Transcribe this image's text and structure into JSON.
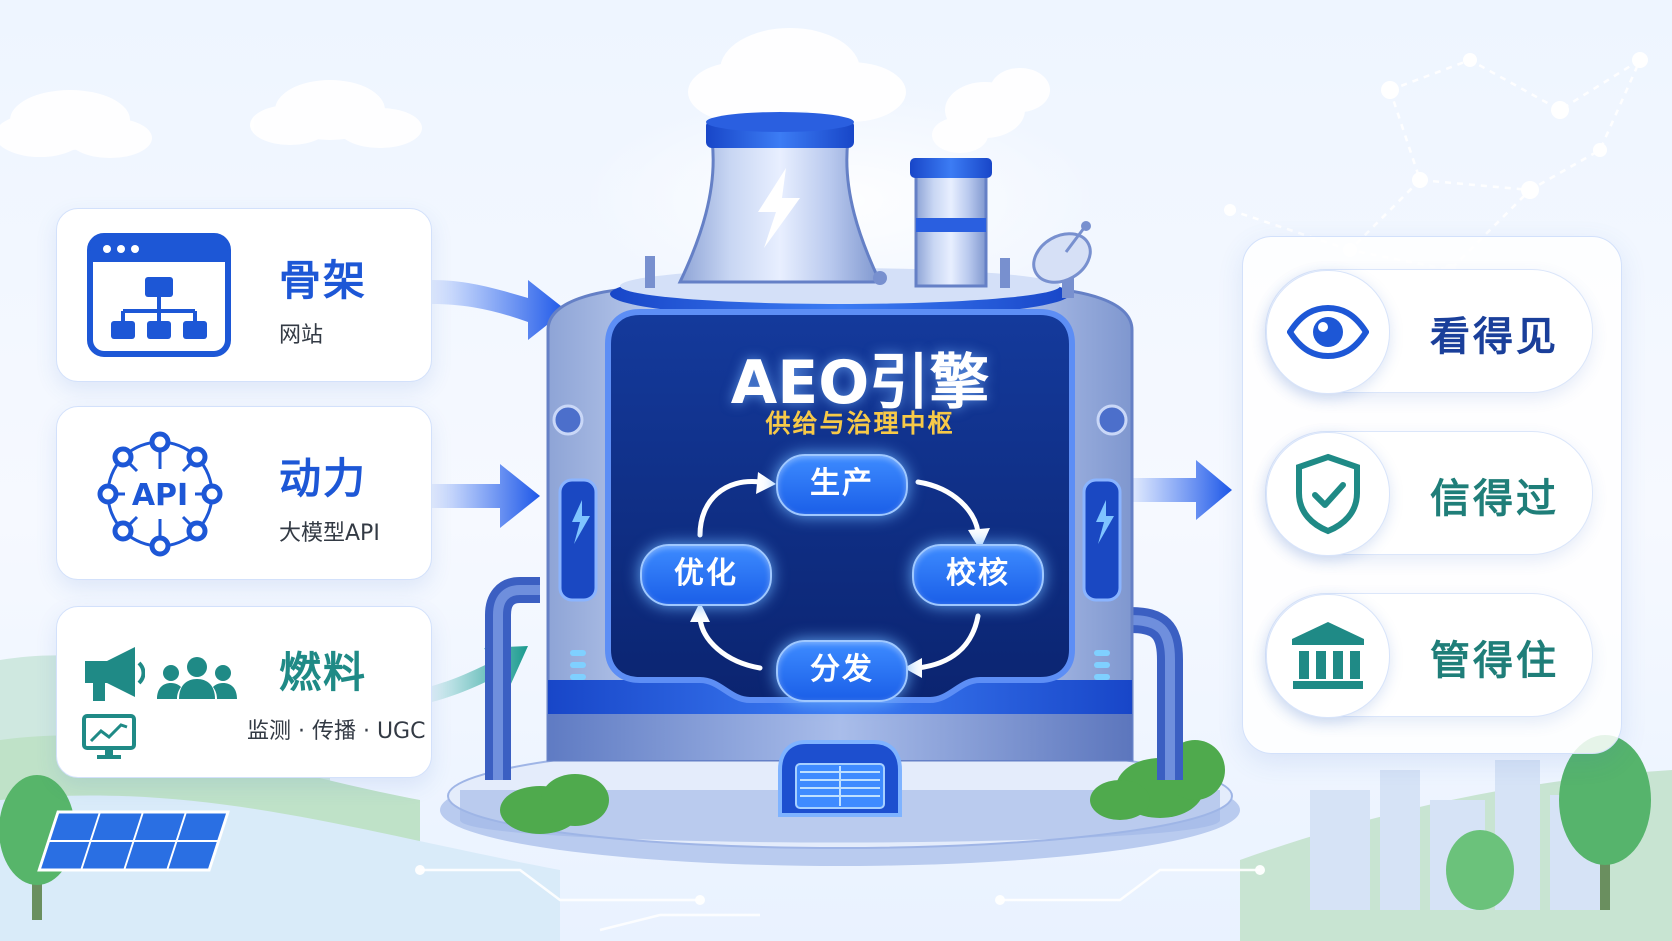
{
  "left_cards": [
    {
      "title": "骨架",
      "subtitle": "网站",
      "icon": "website-sitemap-icon"
    },
    {
      "title": "动力",
      "subtitle": "大模型API",
      "icon_label": "API",
      "icon": "api-network-icon"
    },
    {
      "title": "燃料",
      "subtitle": "监测 · 传播 · UGC",
      "icons": [
        "megaphone-icon",
        "users-icon",
        "monitor-chart-icon"
      ]
    }
  ],
  "engine": {
    "title": "AEO引擎",
    "subtitle": "供给与治理中枢",
    "cycle": [
      "生产",
      "校核",
      "分发",
      "优化"
    ]
  },
  "right_items": [
    {
      "label": "看得见",
      "icon": "eye-icon"
    },
    {
      "label": "信得过",
      "icon": "shield-check-icon"
    },
    {
      "label": "管得住",
      "icon": "institution-icon"
    }
  ],
  "colors": {
    "primary": "#1d57d6",
    "teal": "#1f8a86",
    "navy": "#1a3f9a",
    "gold": "#f7c948",
    "screen": "#0f2f86"
  }
}
